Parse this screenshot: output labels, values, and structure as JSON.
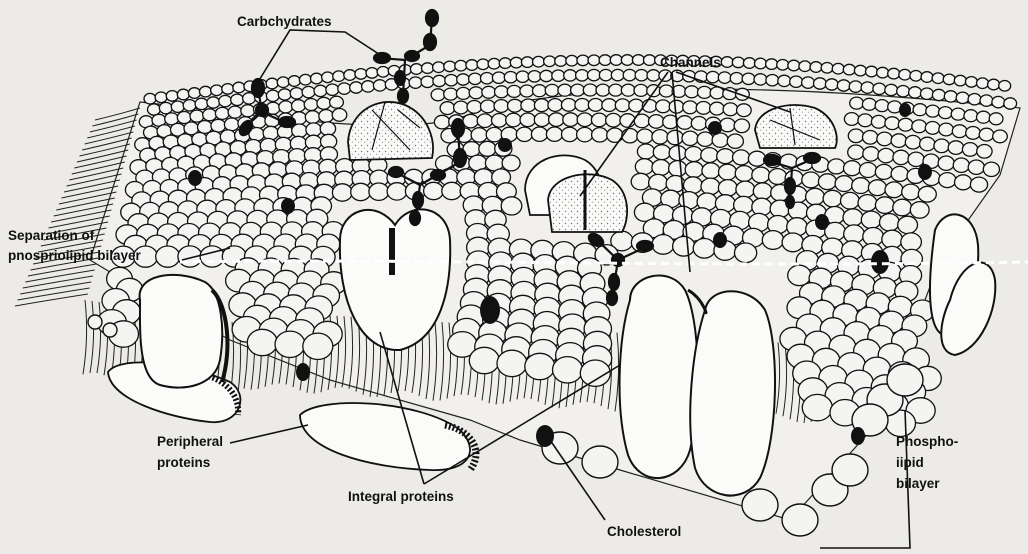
{
  "labels": {
    "carbohydrates": "Carbchydrates",
    "channels": "Channels",
    "separation_line1": "Separation of",
    "separation_line2": "pnosprioiipid bilayer",
    "peripheral_line1": "Peripheral",
    "peripheral_line2": "proteins",
    "integral": "Integral proteins",
    "cholesterol": "Cholesterol",
    "phospho_line1": "Phospho-",
    "phospho_line2": "iipid",
    "phospho_line3": "bilayer"
  },
  "colors": {
    "background": "#ecebe8",
    "ink": "#111111",
    "head_fill": "#f4f4f2",
    "protein_fill": "#fbfbfa"
  }
}
